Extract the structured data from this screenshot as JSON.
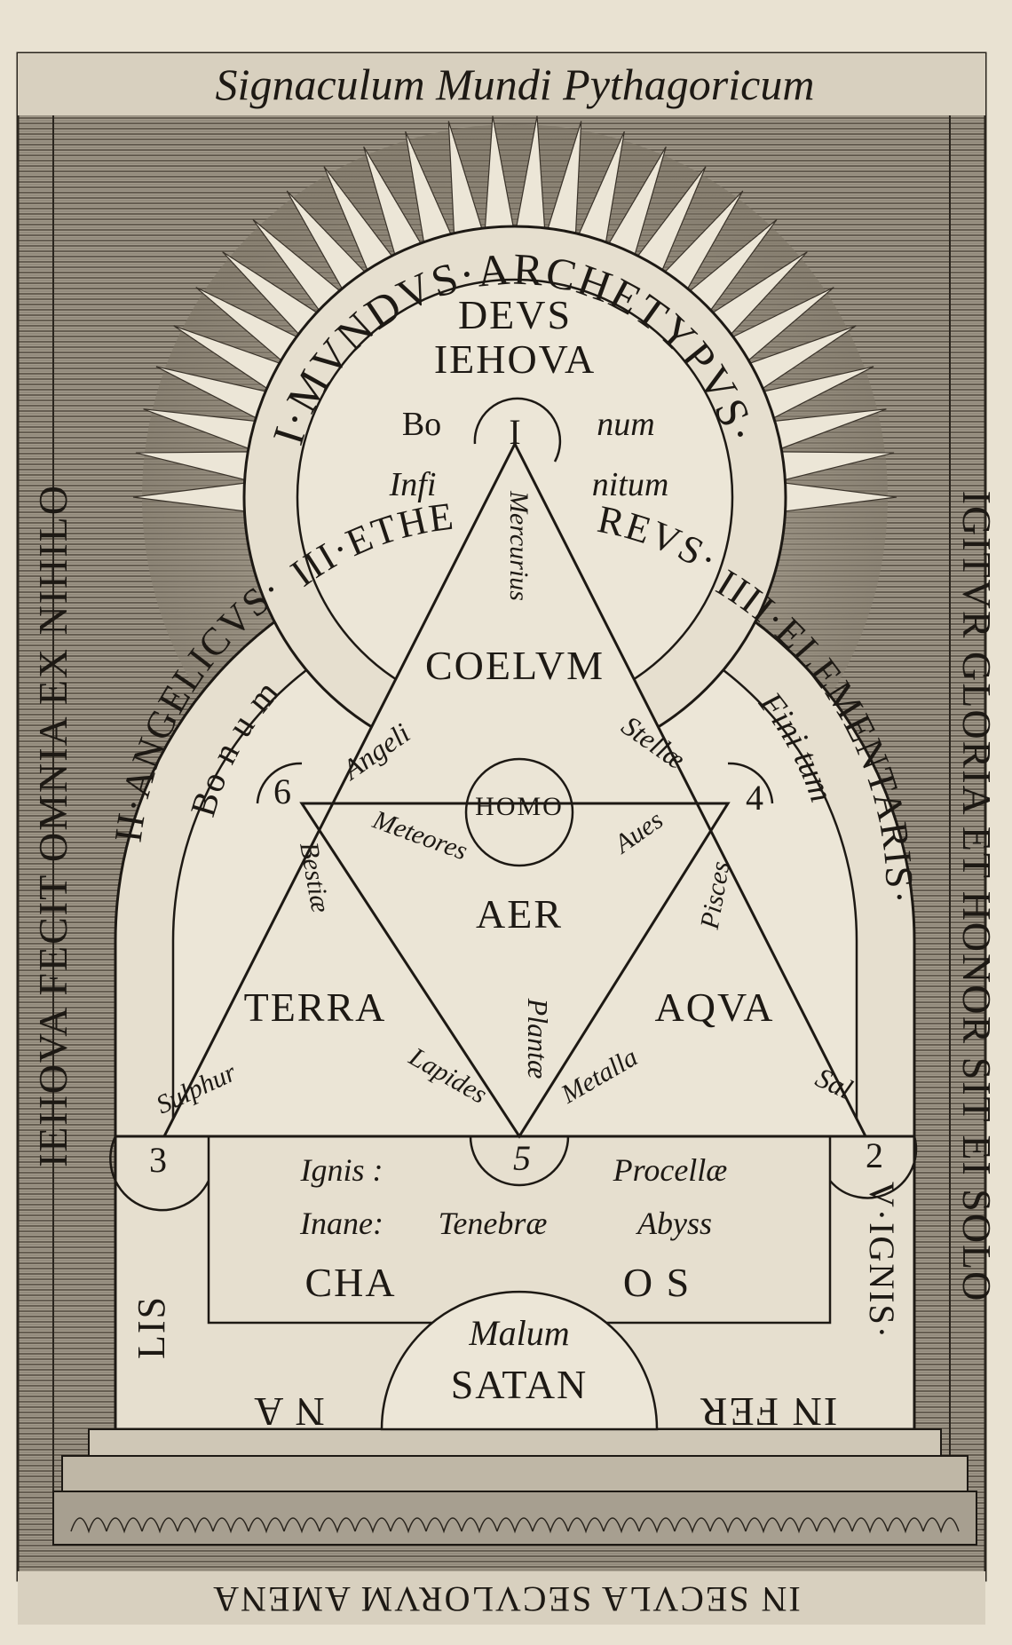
{
  "border": {
    "top": "Signaculum Mundi Pythagoricum",
    "left": "IEHOVA FECIT OMNIA EX NIHILO",
    "right": "IGITVR GLORIA ET HONOR SIT EI SOLO",
    "bottom": "IN SECVLA SECVLORVM AMENA"
  },
  "arcs": {
    "archetypus": "I·MVNDVS·ARCHETYPVS·",
    "angelicus": "II·ANGELICVS·",
    "aethereus_left": "III·ETHE",
    "aethereus_right": "REVS·",
    "elementaris": "IIII·ELEMENTARIS·",
    "bonum_left": "Bo n u m",
    "finitum_right": "Fini tum",
    "infernalis_left": "LIS",
    "infernalis_right": "V·IGNIS·",
    "infer_right": "IN FER",
    "na_left": "N A"
  },
  "archetype": {
    "line1": "DEVS",
    "line2": "IEHOVA",
    "bo": "Bo",
    "num": "num",
    "infi": "Infi",
    "nitum": "nitum"
  },
  "numbers": {
    "n1": "I",
    "n2": "2",
    "n3": "3",
    "n4": "4",
    "n5": "5",
    "n6": "6"
  },
  "labels": {
    "mercurius": "Mercurius",
    "coelum": "COELVM",
    "angeli": "Angeli",
    "stellae": "Stellæ",
    "homo": "HOMO",
    "meteores": "Meteores",
    "aues": "Aues",
    "bestiae": "Bestiæ",
    "pisces": "Pisces",
    "aer": "AER",
    "terra": "TERRA",
    "aqua": "AQVA",
    "plantae": "Plantæ",
    "sulphur": "Sulphur",
    "lapides": "Lapides",
    "metalla": "Metalla",
    "sal": "Sal"
  },
  "chaos": {
    "ignis": "Ignis :",
    "procellae": "Procellæ",
    "inane": "Inane:",
    "tenebrae": "Tenebræ",
    "abyss": "Abyss",
    "cha": "CHA",
    "os": "O S"
  },
  "hell": {
    "malum": "Malum",
    "satan": "SATAN"
  },
  "colors": {
    "paper": "#e9e2d2",
    "ink": "#1d1914",
    "engraving": "#8b8376"
  }
}
